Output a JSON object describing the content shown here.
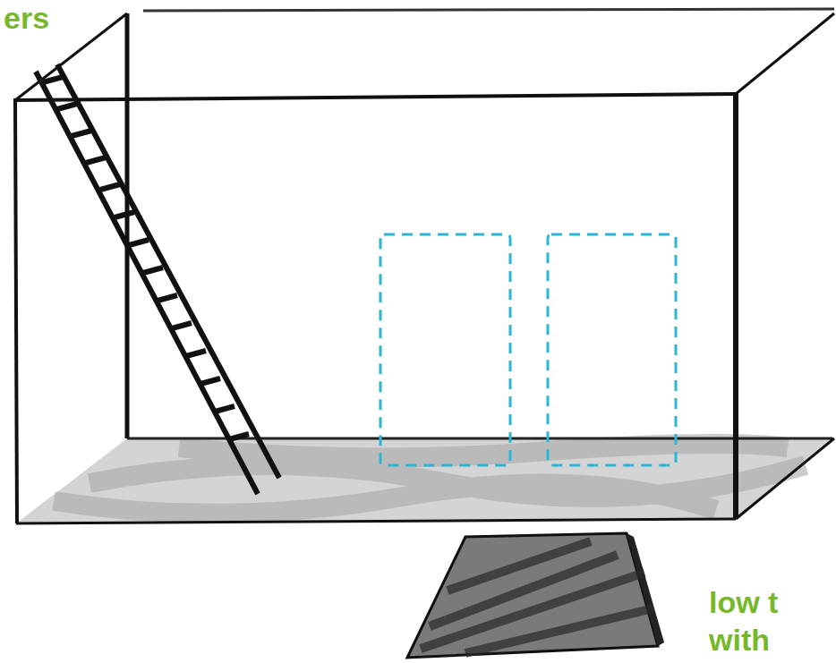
{
  "diagram": {
    "labels": [
      "ers",
      "low t",
      "with"
    ]
  }
}
